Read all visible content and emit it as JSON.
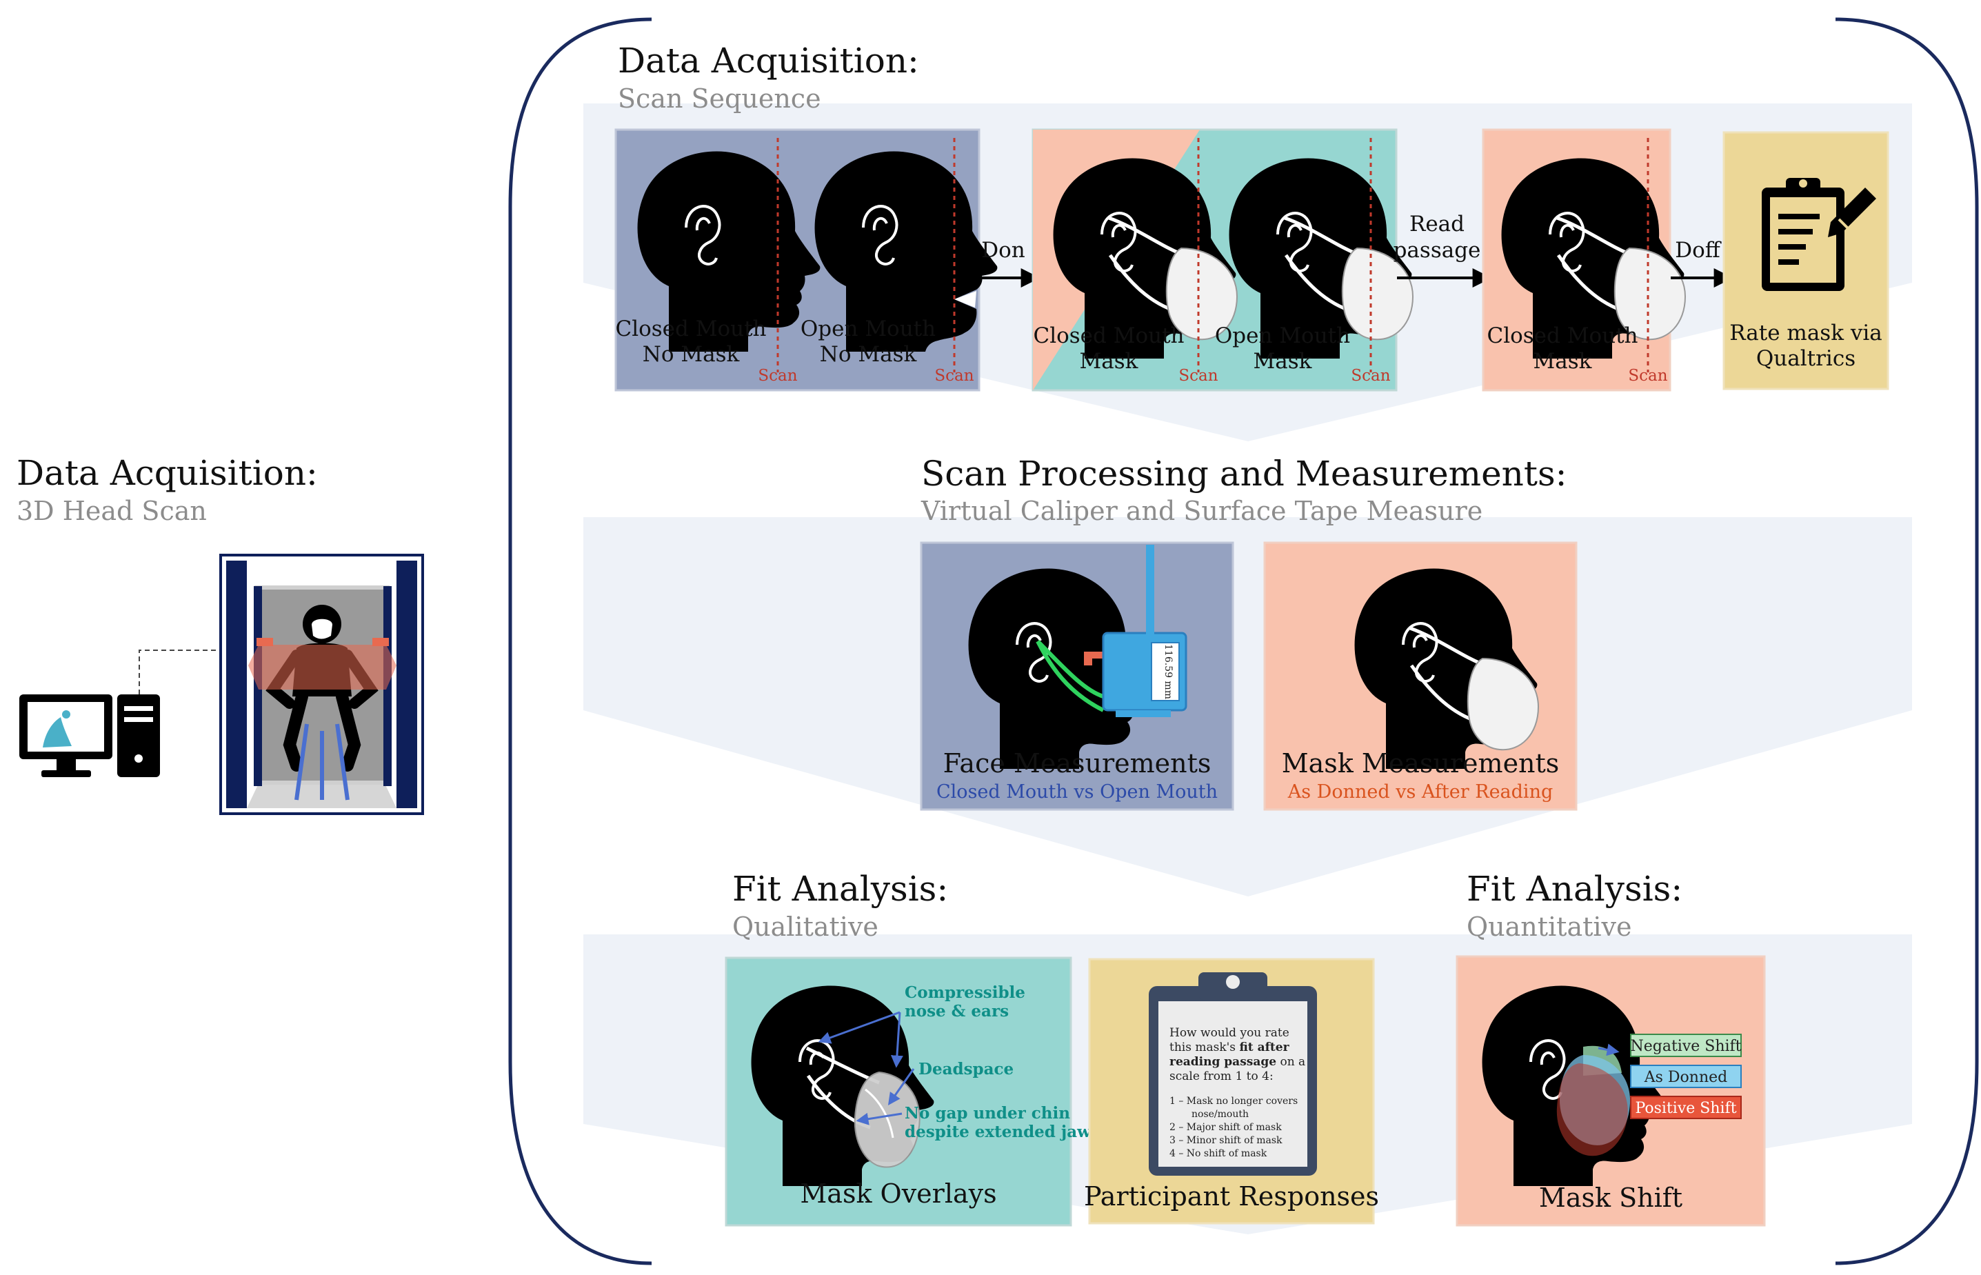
{
  "left": {
    "title": "Data Acquisition:",
    "subtitle": "3D Head Scan"
  },
  "top": {
    "title": "Data Acquisition:",
    "subtitle": "Scan Sequence",
    "panels": [
      {
        "caption1": "Closed Mouth",
        "caption2": "No Mask",
        "scan": "Scan"
      },
      {
        "caption1": "Open Mouth",
        "caption2": "No Mask",
        "scan": "Scan"
      },
      {
        "caption1": "Closed Mouth",
        "caption2": "Mask",
        "scan": "Scan"
      },
      {
        "caption1": "Open Mouth",
        "caption2": "Mask",
        "scan": "Scan"
      },
      {
        "caption1": "Closed Mouth",
        "caption2": "Mask",
        "scan": "Scan"
      }
    ],
    "arrow_don": "Don",
    "arrow_read1": "Read",
    "arrow_read2": "passage",
    "arrow_doff": "Doff",
    "rate1": "Rate mask via",
    "rate2": "Qualtrics"
  },
  "middle": {
    "title": "Scan Processing and Measurements:",
    "subtitle": "Virtual Caliper and Surface Tape Measure",
    "face_title": "Face Measurements",
    "face_sub": "Closed Mouth vs Open Mouth",
    "caliper_readout": "116.59 mm",
    "mask_title": "Mask Measurements",
    "mask_sub": "As Donned vs After Reading"
  },
  "bottom_left": {
    "title": "Fit Analysis:",
    "subtitle": "Qualitative",
    "ann1a": "Compressible",
    "ann1b": "nose & ears",
    "ann2": "Deadspace",
    "ann3a": "No gap under chin",
    "ann3b": "despite extended jaw",
    "overlay_caption": "Mask Overlays",
    "survey": {
      "q1": "How would you rate",
      "q2a": "this mask's ",
      "q2b": "fit after",
      "q3": "reading passage",
      "q3b": " on a",
      "q4": "scale from 1 to 4:",
      "o1a": "1 – Mask no longer covers",
      "o1b": "nose/mouth",
      "o2": "2 – Major shift of mask",
      "o3": "3 – Minor shift of mask",
      "o4": "4 – No shift of mask"
    },
    "responses_caption": "Participant Responses"
  },
  "bottom_right": {
    "title": "Fit Analysis:",
    "subtitle": "Quantitative",
    "neg": "Negative Shift",
    "don": "As Donned",
    "pos": "Positive Shift",
    "caption": "Mask Shift"
  },
  "colors": {
    "navy": "#1a2a5e",
    "blue_panel": "#95a2c1",
    "salmon_panel": "#f9c2ad",
    "teal_panel": "#96d6d1",
    "yellow_panel": "#ecd797",
    "band": "#eef2f8",
    "scan_red": "#c0392b",
    "teal_text": "#0f8f88",
    "orange_text": "#d9531e",
    "blue_text": "#2c4aa8"
  }
}
